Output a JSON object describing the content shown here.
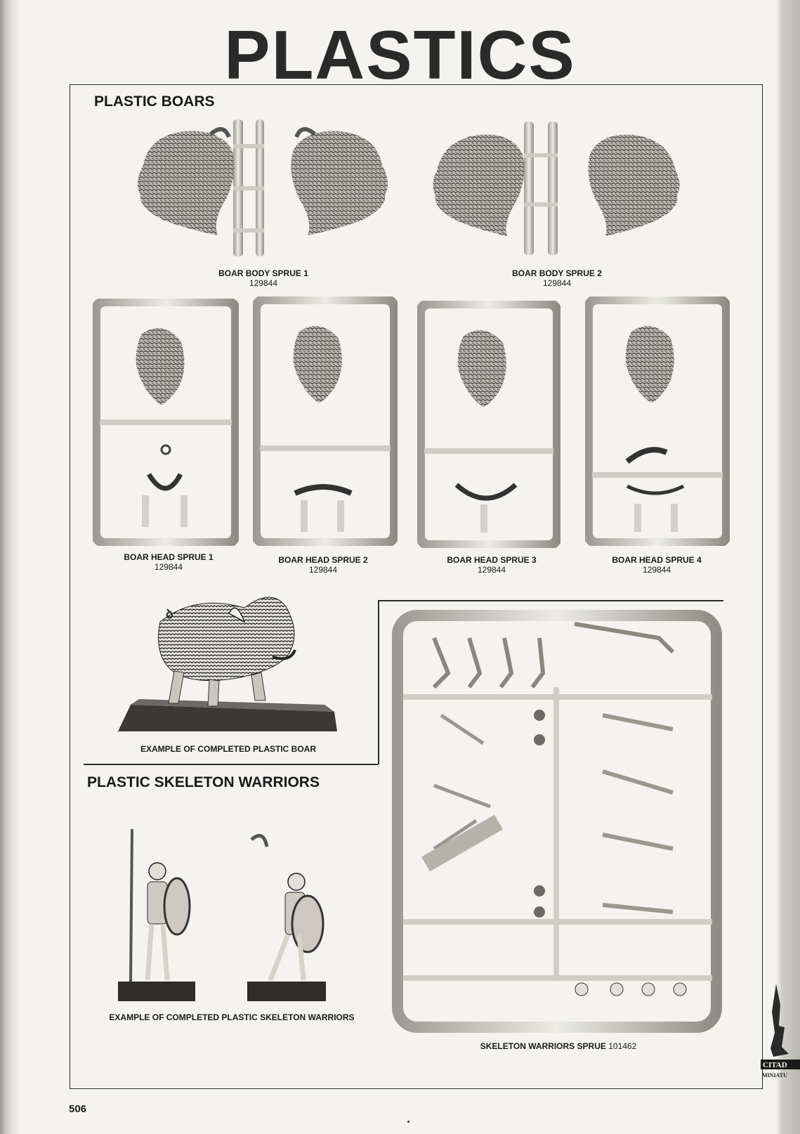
{
  "page_title": "PLASTICS",
  "sections": {
    "boars": "PLASTIC BOARS",
    "skeletons": "PLASTIC SKELETON WARRIORS"
  },
  "boar_body": [
    {
      "name": "BOAR BODY SPRUE 1",
      "code": "129844"
    },
    {
      "name": "BOAR BODY SPRUE 2",
      "code": "129844"
    }
  ],
  "boar_heads": [
    {
      "name": "BOAR HEAD SPRUE 1",
      "code": "129844"
    },
    {
      "name": "BOAR HEAD SPRUE 2",
      "code": "129844"
    },
    {
      "name": "BOAR HEAD SPRUE 3",
      "code": "129844"
    },
    {
      "name": "BOAR HEAD SPRUE 4",
      "code": "129844"
    }
  ],
  "completed_boar": "EXAMPLE OF COMPLETED PLASTIC BOAR",
  "completed_skeletons": "EXAMPLE OF COMPLETED PLASTIC SKELETON WARRIORS",
  "skeleton_sprue": {
    "name": "SKELETON WARRIORS SPRUE",
    "code": "101462"
  },
  "page_number": "506",
  "colors": {
    "ink": "#1a1a1a",
    "paper": "#f4f3f0",
    "plastic": "#d9d6cf",
    "fur": "#6d6a64"
  }
}
